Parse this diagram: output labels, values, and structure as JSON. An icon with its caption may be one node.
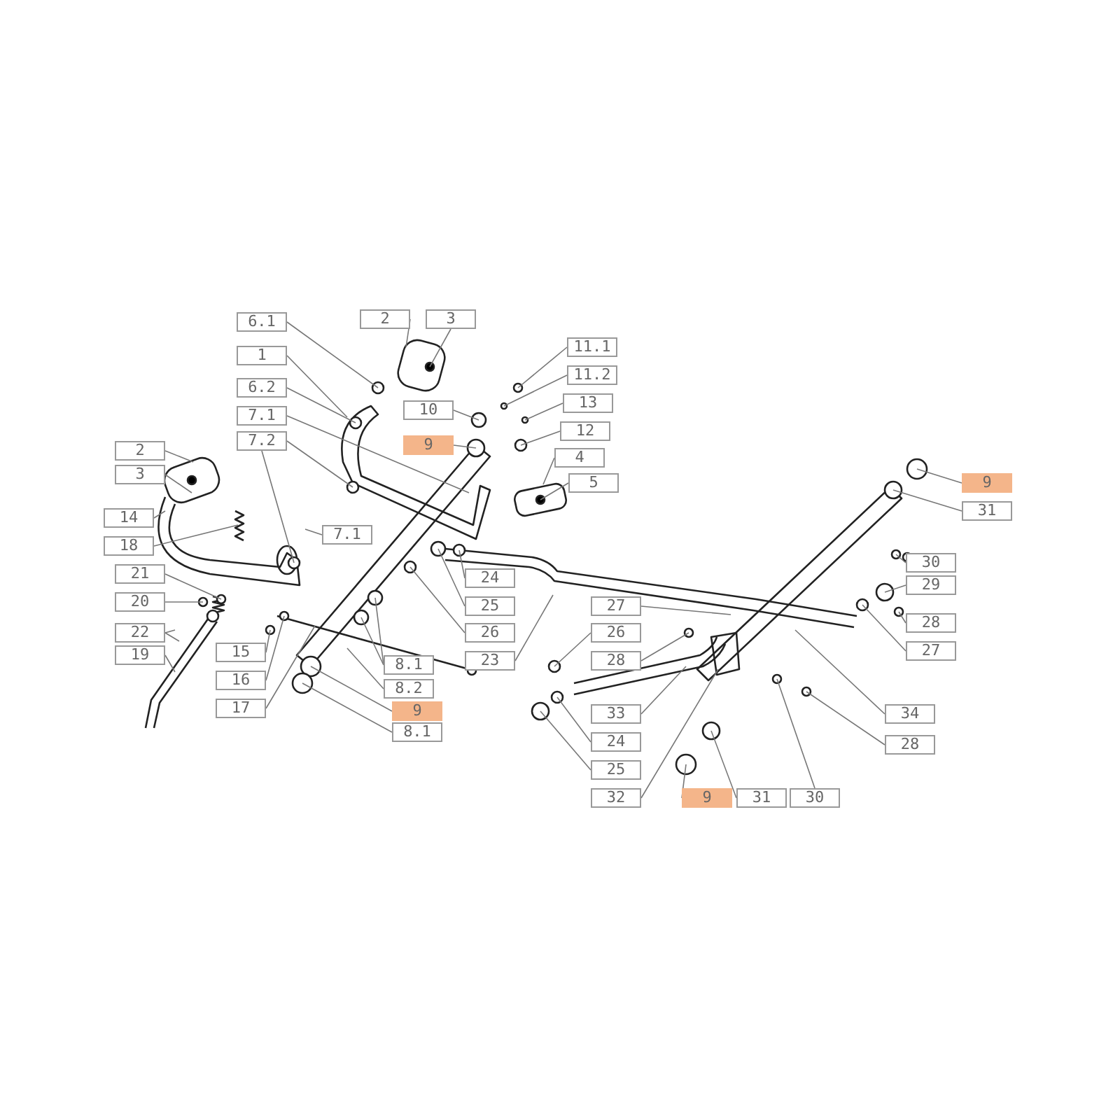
{
  "diagram": {
    "nodes": [
      {
        "text": [
          "6.1"
        ]
      },
      {
        "text": [
          "1"
        ]
      },
      {
        "text": [
          "6.2"
        ]
      },
      {
        "text": [
          "7.1"
        ]
      },
      {
        "text": [
          "7.2"
        ]
      },
      {
        "text": [
          "2"
        ]
      },
      {
        "text": [
          "3"
        ]
      },
      {
        "text": [
          "11.1"
        ]
      },
      {
        "text": [
          "11.2"
        ]
      },
      {
        "text": [
          "13"
        ]
      },
      {
        "text": [
          "10"
        ]
      },
      {
        "text": [
          "12"
        ]
      },
      {
        "text": [
          "9"
        ]
      },
      {
        "text": [
          "2"
        ]
      },
      {
        "text": [
          "4"
        ]
      },
      {
        "text": [
          "3"
        ]
      },
      {
        "text": [
          "9"
        ]
      },
      {
        "text": [
          "5"
        ]
      },
      {
        "text": [
          "31"
        ]
      },
      {
        "text": [
          "14"
        ]
      },
      {
        "text": [
          "7.1"
        ]
      },
      {
        "text": [
          "18"
        ]
      },
      {
        "text": [
          "30"
        ]
      },
      {
        "text": [
          "21"
        ]
      },
      {
        "text": [
          "24"
        ]
      },
      {
        "text": [
          "29"
        ]
      },
      {
        "text": [
          "20"
        ]
      },
      {
        "text": [
          "25"
        ]
      },
      {
        "text": [
          "27"
        ]
      },
      {
        "text": [
          "28"
        ]
      },
      {
        "text": [
          "22"
        ]
      },
      {
        "text": [
          "26"
        ]
      },
      {
        "text": [
          "26"
        ]
      },
      {
        "text": [
          "15"
        ]
      },
      {
        "text": [
          "27"
        ]
      },
      {
        "text": [
          "19"
        ]
      },
      {
        "text": [
          "23"
        ]
      },
      {
        "text": [
          "28"
        ]
      },
      {
        "text": [
          "8.1"
        ]
      },
      {
        "text": [
          "16"
        ]
      },
      {
        "text": [
          "8.2"
        ]
      },
      {
        "text": [
          "17"
        ]
      },
      {
        "text": [
          "9"
        ]
      },
      {
        "text": [
          "33"
        ]
      },
      {
        "text": [
          "34"
        ]
      },
      {
        "text": [
          "8.1"
        ]
      },
      {
        "text": [
          "24"
        ]
      },
      {
        "text": [
          "28"
        ]
      },
      {
        "text": [
          "25"
        ]
      },
      {
        "text": [
          "32"
        ]
      },
      {
        "text": [
          "9"
        ]
      },
      {
        "text": [
          "31"
        ]
      },
      {
        "text": [
          "30"
        ]
      }
    ],
    "edges": [
      {
        "from": 0,
        "to": null,
        "arrow": "none"
      },
      {
        "from": 1,
        "to": null,
        "arrow": "none"
      },
      {
        "from": 2,
        "to": null,
        "arrow": "none"
      },
      {
        "from": 3,
        "to": null,
        "arrow": "none"
      },
      {
        "from": 4,
        "to": null,
        "arrow": "none"
      },
      {
        "from": 4,
        "to": null,
        "arrow": "none"
      },
      {
        "from": 5,
        "to": null,
        "arrow": "none"
      },
      {
        "from": 6,
        "to": null,
        "arrow": "none"
      },
      {
        "from": 7,
        "to": null,
        "arrow": "none"
      },
      {
        "from": 8,
        "to": null,
        "arrow": "none"
      },
      {
        "from": 9,
        "to": null,
        "arrow": "none"
      },
      {
        "from": 10,
        "to": null,
        "arrow": "none"
      },
      {
        "from": 11,
        "to": null,
        "arrow": "none"
      },
      {
        "from": 12,
        "to": null,
        "arrow": "none"
      },
      {
        "from": 13,
        "to": null,
        "arrow": "none"
      },
      {
        "from": 14,
        "to": null,
        "arrow": "none"
      },
      {
        "from": 15,
        "to": null,
        "arrow": "none"
      },
      {
        "from": 16,
        "to": null,
        "arrow": "none"
      },
      {
        "from": 17,
        "to": null,
        "arrow": "none"
      },
      {
        "from": 18,
        "to": null,
        "arrow": "none"
      },
      {
        "from": 19,
        "to": null,
        "arrow": "none"
      },
      {
        "from": 20,
        "to": null,
        "arrow": "none"
      },
      {
        "from": 21,
        "to": null,
        "arrow": "none"
      },
      {
        "from": 22,
        "to": null,
        "arrow": "none"
      },
      {
        "from": 23,
        "to": null,
        "arrow": "none"
      },
      {
        "from": 24,
        "to": null,
        "arrow": "none"
      },
      {
        "from": 25,
        "to": null,
        "arrow": "none"
      },
      {
        "from": 26,
        "to": null,
        "arrow": "none"
      },
      {
        "from": 27,
        "to": null,
        "arrow": "none"
      },
      {
        "from": 28,
        "to": null,
        "arrow": "none"
      },
      {
        "from": 29,
        "to": null,
        "arrow": "none"
      },
      {
        "from": 30,
        "to": null,
        "arrow": "none"
      },
      {
        "from": 30,
        "to": null,
        "arrow": "none"
      },
      {
        "from": 31,
        "to": null,
        "arrow": "none"
      },
      {
        "from": 32,
        "to": null,
        "arrow": "none"
      },
      {
        "from": 33,
        "to": null,
        "arrow": "none"
      },
      {
        "from": 34,
        "to": null,
        "arrow": "none"
      },
      {
        "from": 35,
        "to": null,
        "arrow": "none"
      },
      {
        "from": 36,
        "to": null,
        "arrow": "none"
      },
      {
        "from": 37,
        "to": null,
        "arrow": "none"
      },
      {
        "from": 38,
        "to": null,
        "arrow": "none"
      },
      {
        "from": 38,
        "to": null,
        "arrow": "none"
      },
      {
        "from": 39,
        "to": null,
        "arrow": "none"
      },
      {
        "from": 40,
        "to": null,
        "arrow": "none"
      },
      {
        "from": 41,
        "to": null,
        "arrow": "none"
      },
      {
        "from": 42,
        "to": null,
        "arrow": "none"
      },
      {
        "from": 43,
        "to": null,
        "arrow": "none"
      },
      {
        "from": 44,
        "to": null,
        "arrow": "none"
      },
      {
        "from": 45,
        "to": null,
        "arrow": "none"
      },
      {
        "from": 46,
        "to": null,
        "arrow": "none"
      },
      {
        "from": 47,
        "to": null,
        "arrow": "none"
      },
      {
        "from": 48,
        "to": null,
        "arrow": "none"
      },
      {
        "from": 49,
        "to": null,
        "arrow": "none"
      },
      {
        "from": 50,
        "to": null,
        "arrow": "none"
      },
      {
        "from": 51,
        "to": null,
        "arrow": "none"
      },
      {
        "from": 52,
        "to": null,
        "arrow": "none"
      }
    ]
  }
}
